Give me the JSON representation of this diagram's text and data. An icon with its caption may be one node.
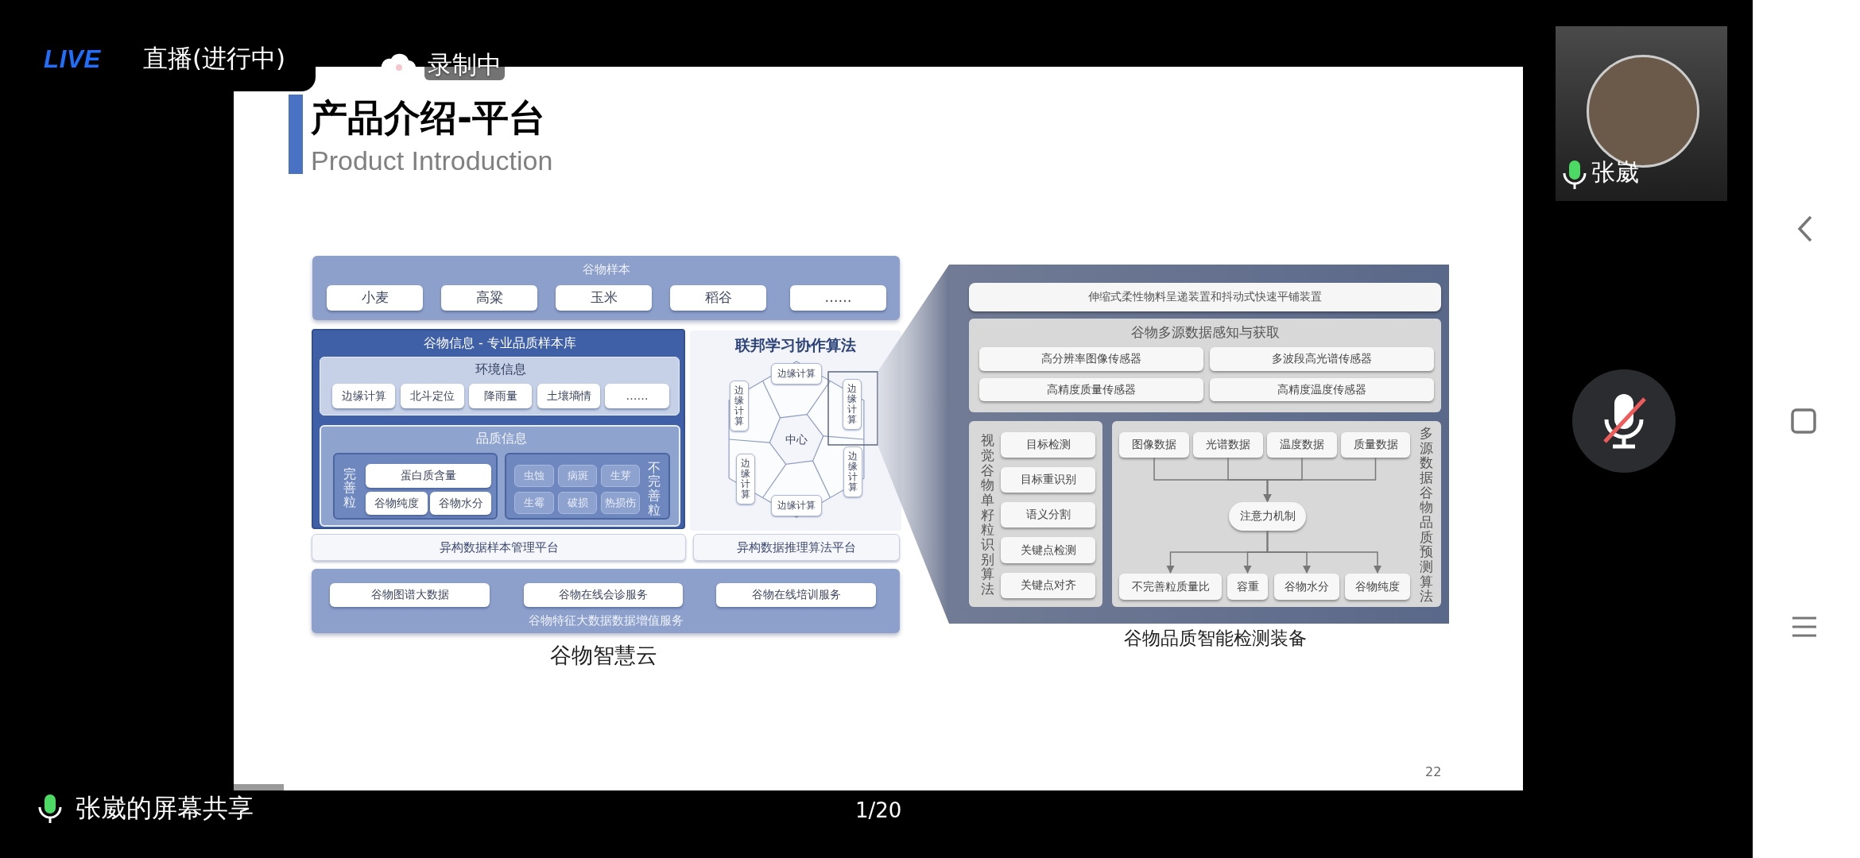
{
  "diagram": {
    "title": "产品介绍-平台",
    "nodes": [
      {
        "text": [
          "谷物样本"
        ]
      },
      {
        "text": [
          "小麦"
        ],
        "in": 0
      },
      {
        "text": [
          "高粱"
        ],
        "in": 0
      },
      {
        "text": [
          "玉米"
        ],
        "in": 0
      },
      {
        "text": [
          "稻谷"
        ],
        "in": 0
      },
      {
        "text": [
          "……"
        ],
        "in": 0
      },
      {
        "text": [
          "谷物信息 - 专业品质样本库"
        ]
      },
      {
        "text": [
          "环境信息"
        ],
        "in": 6
      },
      {
        "text": [
          "边缘计算"
        ],
        "in": 7
      },
      {
        "text": [
          "北斗定位"
        ],
        "in": 7
      },
      {
        "text": [
          "降雨量"
        ],
        "in": 7
      },
      {
        "text": [
          "土壤墒情"
        ],
        "in": 7
      },
      {
        "text": [
          "……"
        ],
        "in": 7
      },
      {
        "text": [
          "品质信息"
        ],
        "in": 6
      },
      {
        "text": [
          "完善粒"
        ],
        "in": 13
      },
      {
        "text": [
          "蛋白质含量"
        ],
        "in": 14
      },
      {
        "text": [
          "谷物纯度"
        ],
        "in": 14
      },
      {
        "text": [
          "谷物水分"
        ],
        "in": 14
      },
      {
        "text": [
          "不完善粒"
        ],
        "in": 13
      },
      {
        "text": [
          "虫蚀"
        ],
        "in": 18
      },
      {
        "text": [
          "病斑"
        ],
        "in": 18
      },
      {
        "text": [
          "生芽"
        ],
        "in": 18
      },
      {
        "text": [
          "生霉"
        ],
        "in": 18
      },
      {
        "text": [
          "破损"
        ],
        "in": 18
      },
      {
        "text": [
          "热损伤"
        ],
        "in": 18
      },
      {
        "text": [
          "联邦学习协作算法"
        ]
      },
      {
        "text": [
          "中心"
        ],
        "in": 25
      },
      {
        "text": [
          "边缘计算"
        ],
        "in": 25
      },
      {
        "text": [
          "边缘计算"
        ],
        "in": 25
      },
      {
        "text": [
          "边缘计算"
        ],
        "in": 25
      },
      {
        "text": [
          "边缘计算"
        ],
        "in": 25
      },
      {
        "text": [
          "边缘计算"
        ],
        "in": 25
      },
      {
        "text": [
          "边缘计算"
        ],
        "in": 25
      },
      {
        "text": [
          "异构数据样本管理平台"
        ]
      },
      {
        "text": [
          "异构数据推理算法平台"
        ]
      },
      {
        "text": [
          "谷物特征大数据数据增值服务"
        ]
      },
      {
        "text": [
          "谷物图谱大数据"
        ],
        "in": 35
      },
      {
        "text": [
          "谷物在线会诊服务"
        ],
        "in": 35
      },
      {
        "text": [
          "谷物在线培训服务"
        ],
        "in": 35
      },
      {
        "text": [],
        "shape": "box"
      },
      {
        "text": [
          "伸缩式柔性物料呈递装置和抖动式快速平铺装置"
        ],
        "in": 39
      },
      {
        "text": [
          "谷物多源数据感知与获取"
        ],
        "in": 39
      },
      {
        "text": [
          "高分辨率图像传感器"
        ],
        "in": 41
      },
      {
        "text": [
          "多波段高光谱传感器"
        ],
        "in": 41
      },
      {
        "text": [
          "高精度质量传感器"
        ],
        "in": 41
      },
      {
        "text": [
          "高精度温度传感器"
        ],
        "in": 41
      },
      {
        "text": [
          "视觉谷物单籽粒识别算法"
        ],
        "in": 39
      },
      {
        "text": [
          "目标检测"
        ],
        "in": 46
      },
      {
        "text": [
          "目标重识别"
        ],
        "in": 46
      },
      {
        "text": [
          "语义分割"
        ],
        "in": 46
      },
      {
        "text": [
          "关键点检测"
        ],
        "in": 46
      },
      {
        "text": [
          "关键点对齐"
        ],
        "in": 46
      },
      {
        "text": [
          "多源数据谷物品质预测算法"
        ],
        "in": 39
      },
      {
        "text": [
          "图像数据"
        ],
        "in": 52
      },
      {
        "text": [
          "光谱数据"
        ],
        "in": 52
      },
      {
        "text": [
          "温度数据"
        ],
        "in": 52
      },
      {
        "text": [
          "质量数据"
        ],
        "in": 52
      },
      {
        "text": [
          "注意力机制"
        ],
        "in": 52
      },
      {
        "text": [
          "不完善粒质量比"
        ],
        "in": 52
      },
      {
        "text": [
          "容重"
        ],
        "in": 52
      },
      {
        "text": [
          "谷物水分"
        ],
        "in": 52
      },
      {
        "text": [
          "谷物纯度"
        ],
        "in": 52
      }
    ],
    "edges": [
      {
        "from": 53,
        "to": 57,
        "arrow": "to"
      },
      {
        "from": 54,
        "to": 57,
        "arrow": "to"
      },
      {
        "from": 55,
        "to": 57,
        "arrow": "to"
      },
      {
        "from": 56,
        "to": 57,
        "arrow": "to"
      },
      {
        "from": 57,
        "to": 58,
        "arrow": "to"
      },
      {
        "from": 57,
        "to": 59,
        "arrow": "to"
      },
      {
        "from": 57,
        "to": 60,
        "arrow": "to"
      },
      {
        "from": 57,
        "to": 61,
        "arrow": "to"
      }
    ],
    "labels": [
      "LIVE",
      "直播(进行中)",
      "录制中",
      "Product Introduction",
      "谷物智慧云",
      "谷物品质智能检测装备",
      "22",
      "张崴",
      "张崴的屏幕共享",
      "1/20"
    ]
  }
}
